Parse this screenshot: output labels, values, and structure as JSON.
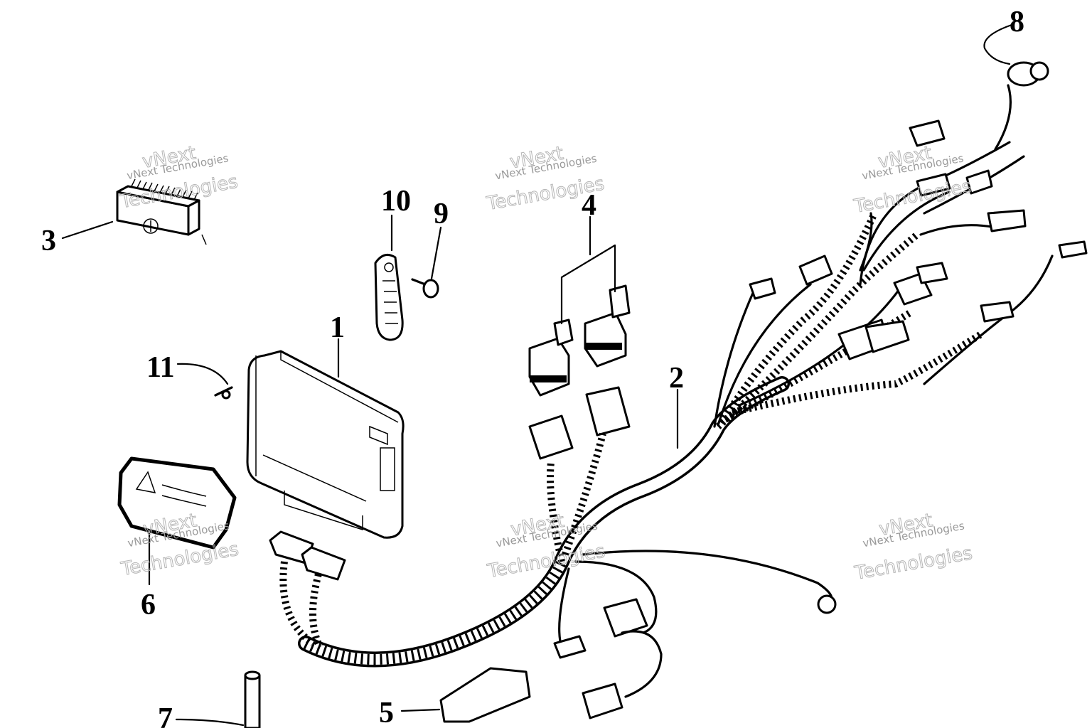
{
  "callouts": {
    "c1": "1",
    "c2": "2",
    "c3": "3",
    "c4": "4",
    "c5": "5",
    "c6": "6",
    "c7": "7",
    "c8": "8",
    "c9": "9",
    "c10": "10",
    "c11": "11"
  },
  "watermarks": {
    "w1_small": "vNext Technologies",
    "w1_big_a": "vNext",
    "w1_big_b": "Technologies",
    "w2_small": "vNext Technologies",
    "w2_big_a": "vNext",
    "w2_big_b": "Technologies",
    "w3_small": "vNext Technologies",
    "w3_big_a": "vNext",
    "w3_big_b": "Technologies",
    "w4_small": "vNext Technologies",
    "w4_big_a": "vNext",
    "w4_big_b": "Technologies",
    "w5_small": "vNext Technologies",
    "w5_big_a": "vNext",
    "w5_big_b": "Technologies",
    "w6_small": "vNext Technologies",
    "w6_big_a": "vNext",
    "w6_big_b": "Technologies"
  }
}
